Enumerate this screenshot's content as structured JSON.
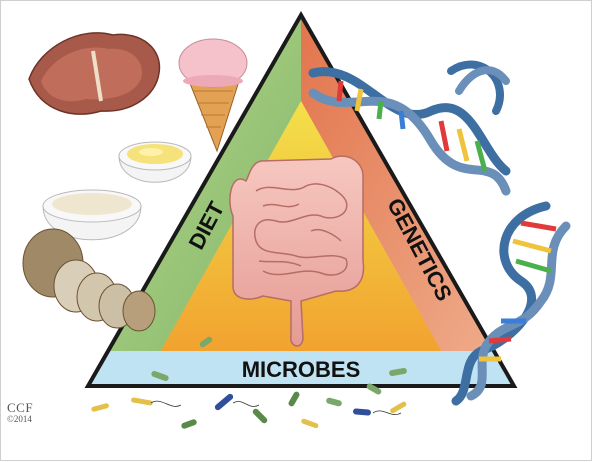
{
  "diagram": {
    "labels": {
      "diet": "DIET",
      "genetics": "GENETICS",
      "microbes": "MICROBES"
    },
    "credit": {
      "line1": "CCF",
      "line2": "©2014"
    },
    "colors": {
      "diet_band": "#93c47d",
      "genetics_band": "#e8906a",
      "microbes_band": "#bfe3f2",
      "center": "#f5b23a",
      "intestine": "#f2b8b0"
    }
  }
}
